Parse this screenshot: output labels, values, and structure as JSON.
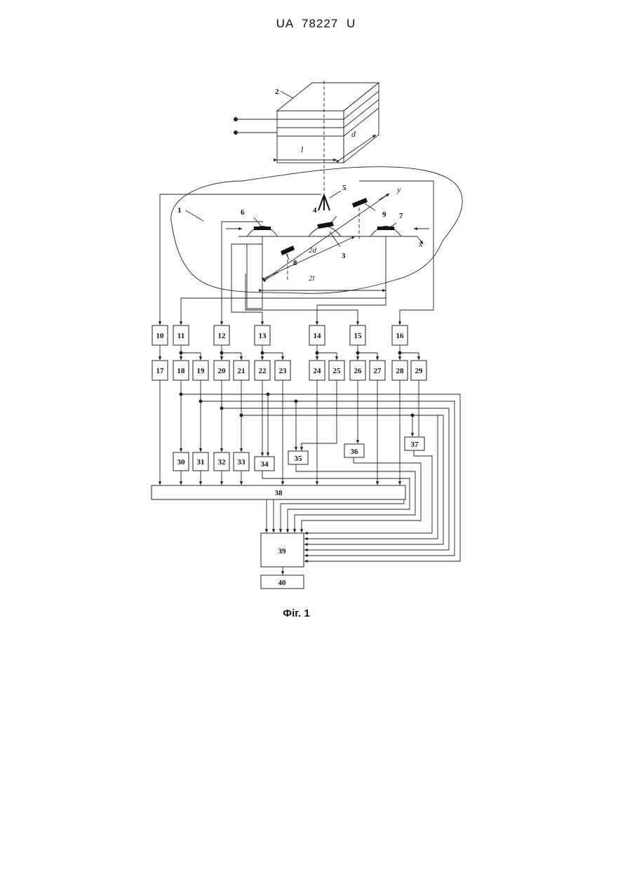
{
  "header": {
    "title": "UA  78227  U"
  },
  "figure": {
    "caption": "Фіг. 1",
    "sensor_labels": {
      "n1": "1",
      "n2": "2",
      "n3": "3",
      "n4": "4",
      "n5": "5",
      "n6": "6",
      "n7": "7",
      "n8": "8",
      "n9": "9",
      "dim_l": "l",
      "dim_d": "d",
      "dim_2d": "2d",
      "dim_2l": "2l",
      "axis_x": "x",
      "axis_y": "y"
    },
    "blocks": {
      "b10": "10",
      "b11": "11",
      "b12": "12",
      "b13": "13",
      "b14": "14",
      "b15": "15",
      "b16": "16",
      "b17": "17",
      "b18": "18",
      "b19": "19",
      "b20": "20",
      "b21": "21",
      "b22": "22",
      "b23": "23",
      "b24": "24",
      "b25": "25",
      "b26": "26",
      "b27": "27",
      "b28": "28",
      "b29": "29",
      "b30": "30",
      "b31": "31",
      "b32": "32",
      "b33": "33",
      "b34": "34",
      "b35": "35",
      "b36": "36",
      "b37": "37",
      "b38": "38",
      "b39": "39",
      "b40": "40"
    }
  }
}
